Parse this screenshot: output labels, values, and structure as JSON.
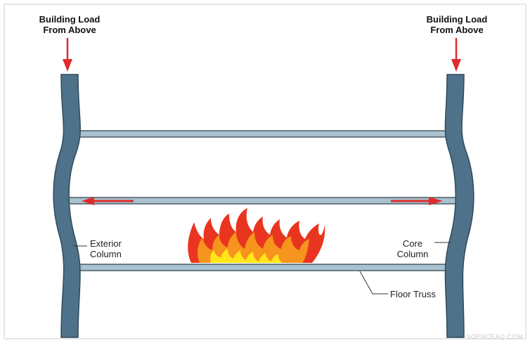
{
  "labels": {
    "load_left": [
      "Building Load",
      "From Above"
    ],
    "load_right": [
      "Building Load",
      "From Above"
    ],
    "exterior_column": [
      "Exterior",
      "Column"
    ],
    "core_column": [
      "Core",
      "Column"
    ],
    "floor_truss": "Floor Truss"
  },
  "watermark": "SOENCEAQ.COM",
  "colors": {
    "column": "#4e7289",
    "column_stroke": "#2f4a5c",
    "truss": "#a9c2cf",
    "truss_stroke": "#4a5a66",
    "arrow": "#e02b2b",
    "flame_outer": "#e9351f",
    "flame_mid": "#f7941d",
    "flame_inner": "#ffe51a",
    "frame": "#cfcfcf"
  }
}
